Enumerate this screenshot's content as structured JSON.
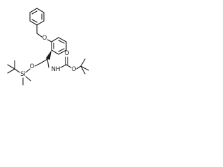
{
  "structure": {
    "atoms": {
      "benzyl_oxygen": "O",
      "silyl_ether_oxygen": "O",
      "silicon": "Si",
      "amine": "NH",
      "carbamate_ester_oxygen": "O",
      "carbamate_carbonyl_oxygen": "O"
    }
  }
}
